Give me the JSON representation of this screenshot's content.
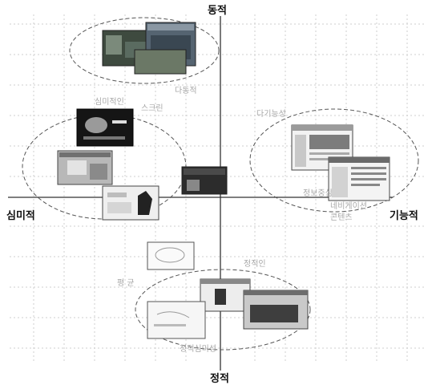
{
  "axes": {
    "top": "동적",
    "bottom": "정적",
    "left": "심미적",
    "right": "기능적"
  },
  "faint_labels": {
    "top_group_caption": "다동적",
    "aesthetic_caption": "심미적인",
    "center_caption": "스크린",
    "functional_caption": "다기능성",
    "functional_sub1": "정보중심",
    "functional_sub2": "네비게이션",
    "functional_sub3": "콘텐츠",
    "static_caption": "정적인",
    "lower_left_caption": "평 균",
    "bottom_caption": "정적심미성"
  },
  "groups": {
    "dynamic": "dynamic-group",
    "aesthetic": "aesthetic-group",
    "functional": "functional-group",
    "static": "static-group"
  }
}
